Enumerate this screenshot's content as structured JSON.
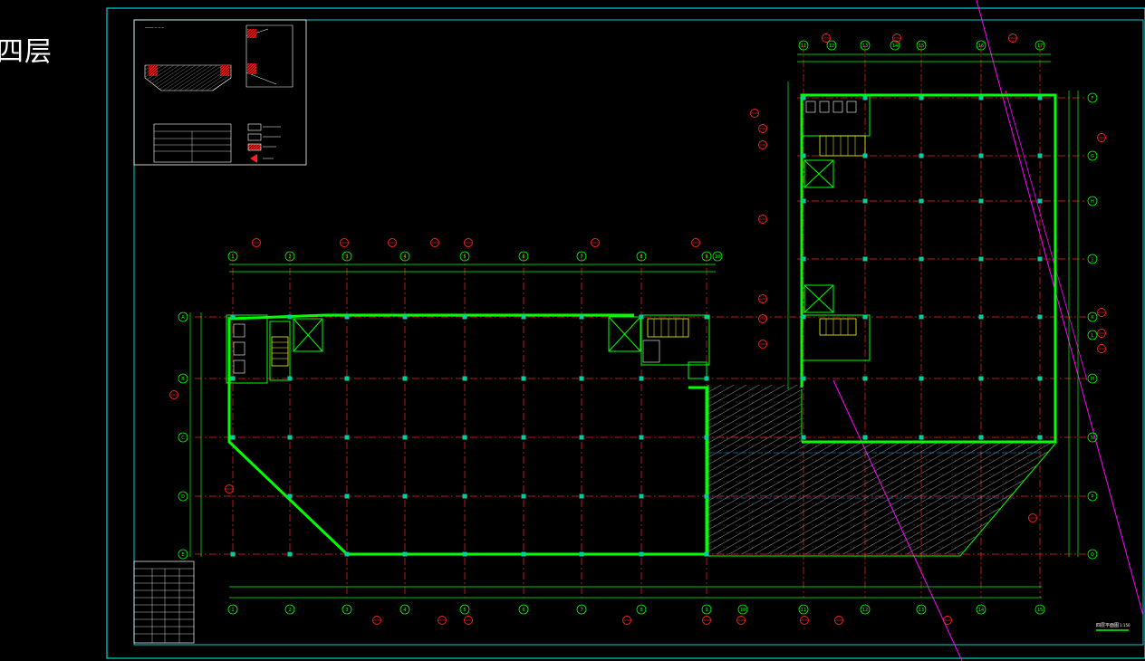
{
  "floor_label": "四层",
  "drawing_title": "四层平面图",
  "scale": "1:150",
  "colors": {
    "background": "#000000",
    "frame": "#00ffff",
    "wall": "#00ff00",
    "axis": "#ff0000",
    "dimension": "#00ff00",
    "column": "#00e0a0",
    "hatch": "#888888",
    "section_line": "#ff00ff",
    "bubble": "#ff0000"
  },
  "top_axes_main": [
    "1",
    "2",
    "3",
    "4",
    "5",
    "6",
    "7",
    "8",
    "9",
    "10"
  ],
  "top_axes_right": [
    "11",
    "12",
    "13",
    "14",
    "15",
    "16",
    "17"
  ],
  "left_axes": [
    "A",
    "B",
    "C",
    "D",
    "E"
  ],
  "right_axes": [
    "F",
    "G",
    "H",
    "J",
    "K",
    "L",
    "M",
    "N",
    "P",
    "Q"
  ],
  "bottom_axes": [
    "1",
    "2",
    "3",
    "4",
    "5",
    "6",
    "7",
    "8",
    "9",
    "10",
    "11",
    "12",
    "13",
    "14",
    "15"
  ]
}
